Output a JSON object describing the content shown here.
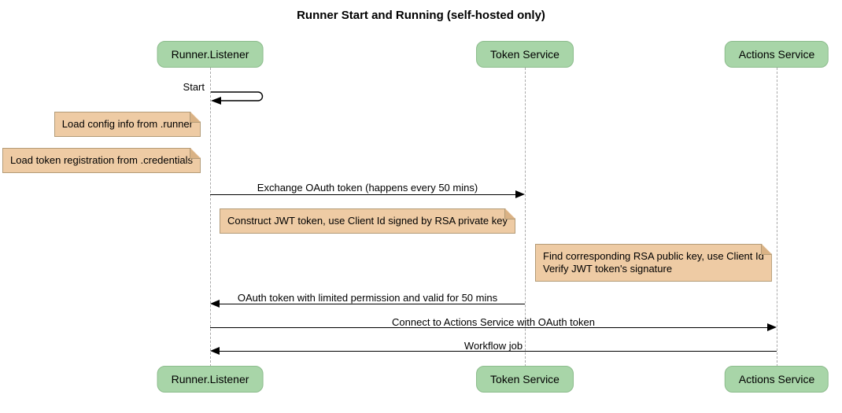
{
  "title": "Runner Start and Running (self-hosted only)",
  "diagram_type": "sequence",
  "colors": {
    "participant_fill": "#a8d5a8",
    "participant_border": "#8cbc8c",
    "note_fill": "#eecba4",
    "note_border": "#b39b77",
    "note_fold": "#d9b285",
    "lifeline": "#a9a9a9",
    "arrow": "#000000"
  },
  "participants": [
    {
      "label": "Runner.Listener"
    },
    {
      "label": "Token Service"
    },
    {
      "label": "Actions Service"
    }
  ],
  "self_message": {
    "label": "Start",
    "actor": "Runner.Listener"
  },
  "notes": [
    {
      "text": "Load config info from .runner"
    },
    {
      "text": "Load token registration from .credentials"
    },
    {
      "text": "Construct JWT token, use Client Id signed by RSA private key"
    },
    {
      "lines": [
        "Find corresponding RSA public key, use Client Id",
        "Verify JWT token's signature"
      ]
    }
  ],
  "messages": [
    {
      "label": "Exchange OAuth token (happens every 50 mins)",
      "from": "Runner.Listener",
      "to": "Token Service",
      "direction": "right"
    },
    {
      "label": "OAuth token with limited permission and valid for 50 mins",
      "from": "Token Service",
      "to": "Runner.Listener",
      "direction": "left"
    },
    {
      "label": "Connect to Actions Service with OAuth token",
      "from": "Runner.Listener",
      "to": "Actions Service",
      "direction": "right"
    },
    {
      "label": "Workflow job",
      "from": "Actions Service",
      "to": "Runner.Listener",
      "direction": "left"
    }
  ]
}
